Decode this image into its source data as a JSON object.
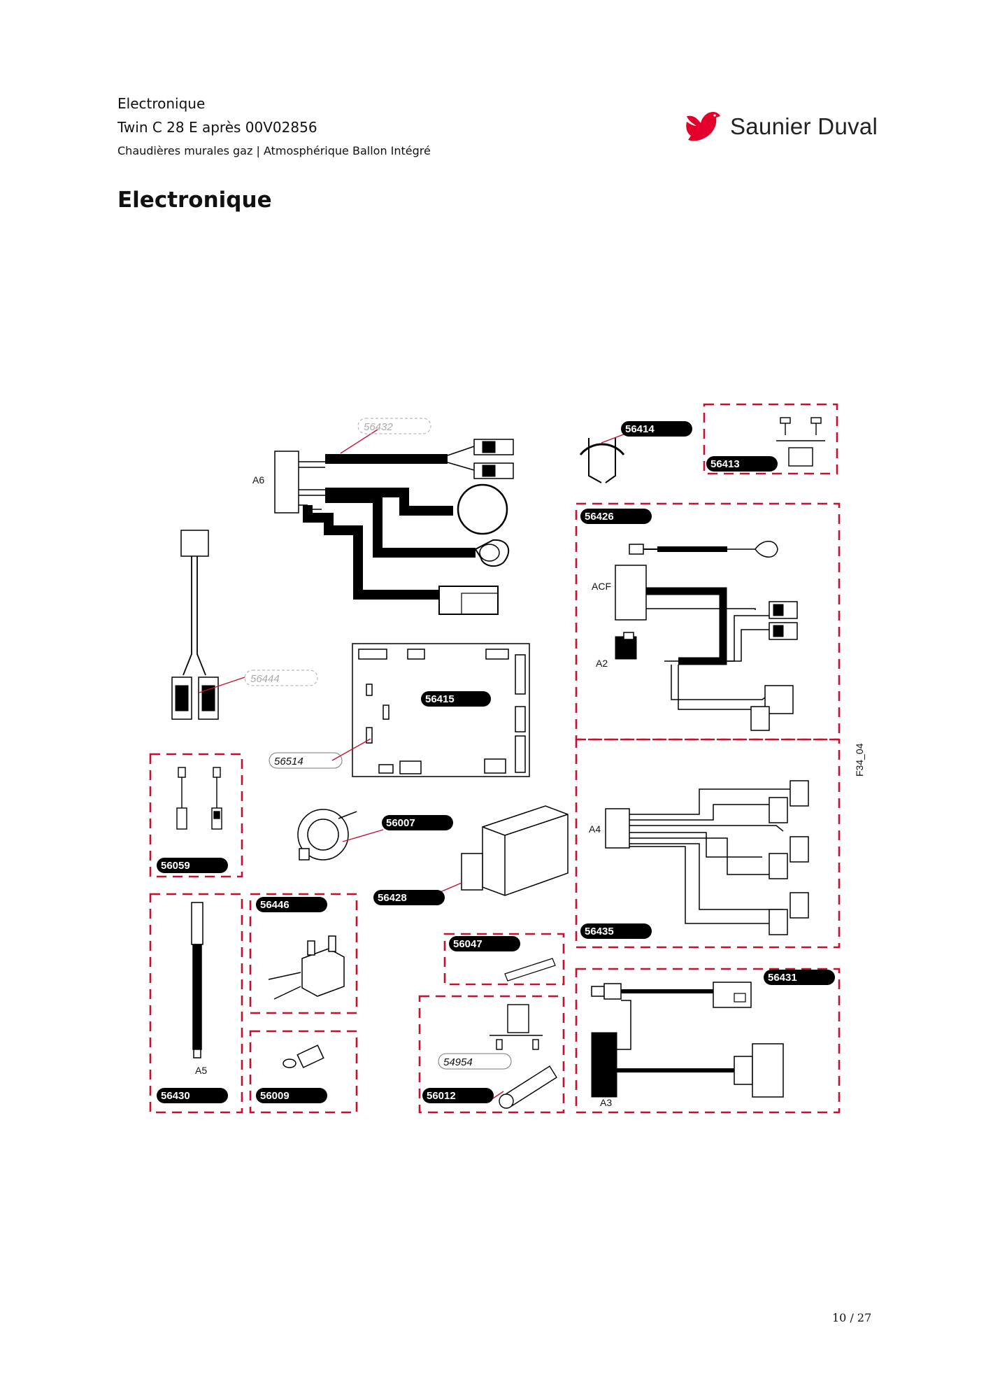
{
  "header": {
    "line1": "Electronique",
    "line2": "Twin C 28 E après 00V02856",
    "line3": "Chaudières murales gaz | Atmosphérique Ballon Intégré"
  },
  "brand": {
    "name": "Saunier Duval",
    "color": "#e4002b"
  },
  "page_title": "Electronique",
  "figure_code": "F34_04",
  "parts": {
    "p56432": "56432",
    "p56444": "56444",
    "p56415": "56415",
    "p56514": "56514",
    "p56059": "56059",
    "p56007": "56007",
    "p56428": "56428",
    "p56446": "56446",
    "p56430": "56430",
    "p56009": "56009",
    "p56047": "56047",
    "p54954": "54954",
    "p56012": "56012",
    "p56414": "56414",
    "p56413": "56413",
    "p56426": "56426",
    "p56435": "56435",
    "p56431": "56431"
  },
  "labels": {
    "a6": "A6",
    "acf": "ACF",
    "a2": "A2",
    "a4": "A4",
    "a5": "A5",
    "a3": "A3"
  },
  "colors": {
    "frame": "#c8102e",
    "pill": "#000000"
  },
  "page_number": "10 / 27"
}
